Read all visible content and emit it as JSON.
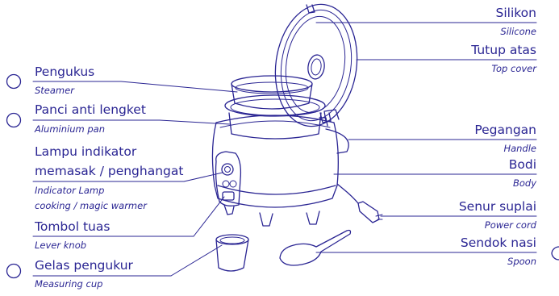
{
  "colors": {
    "ink": "#2a2593",
    "background": "#ffffff"
  },
  "labels": {
    "steamer": {
      "main": "Pengukus",
      "sub": "Steamer"
    },
    "pan": {
      "main": "Panci anti lengket",
      "sub": "Aluminium pan"
    },
    "indicator_lamp": {
      "main1": "Lampu indikator",
      "main2": "memasak / penghangat",
      "sub1": "Indicator Lamp",
      "sub2": "cooking / magic warmer"
    },
    "lever_knob": {
      "main": "Tombol tuas",
      "sub": "Lever knob"
    },
    "measuring_cup": {
      "main": "Gelas pengukur",
      "sub": "Measuring cup"
    },
    "silicone": {
      "main": "Silikon",
      "sub": "Silicone"
    },
    "top_cover": {
      "main": "Tutup atas",
      "sub": "Top cover"
    },
    "handle": {
      "main": "Pegangan",
      "sub": "Handle"
    },
    "body": {
      "main": "Bodi",
      "sub": "Body"
    },
    "power_cord": {
      "main": "Senur suplai",
      "sub": "Power cord"
    },
    "spoon": {
      "main": "Sendok nasi",
      "sub": "Spoon"
    }
  },
  "icons": [
    "circle-marker-icon"
  ]
}
